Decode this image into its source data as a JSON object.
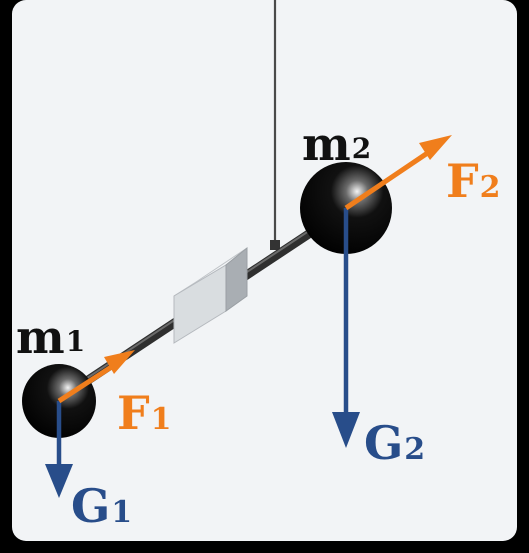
{
  "colors": {
    "frame": "#000000",
    "background": "#f2f4f6",
    "rod": "#303030",
    "mass": "#050505",
    "force_arrow": "#f07e1c",
    "gravity_arrow": "#284d8a",
    "mirror_front": "#d9dde0",
    "mirror_top": "#f3f5f7",
    "mirror_side": "#a9aeb3",
    "label_dark": "#111111"
  },
  "labels": {
    "m1": {
      "main": "m",
      "sub": "1"
    },
    "m2": {
      "main": "m",
      "sub": "2"
    },
    "F1": {
      "main": "F",
      "sub": "1"
    },
    "F2": {
      "main": "F",
      "sub": "2"
    },
    "G1": {
      "main": "G",
      "sub": "1"
    },
    "G2": {
      "main": "G",
      "sub": "2"
    }
  }
}
